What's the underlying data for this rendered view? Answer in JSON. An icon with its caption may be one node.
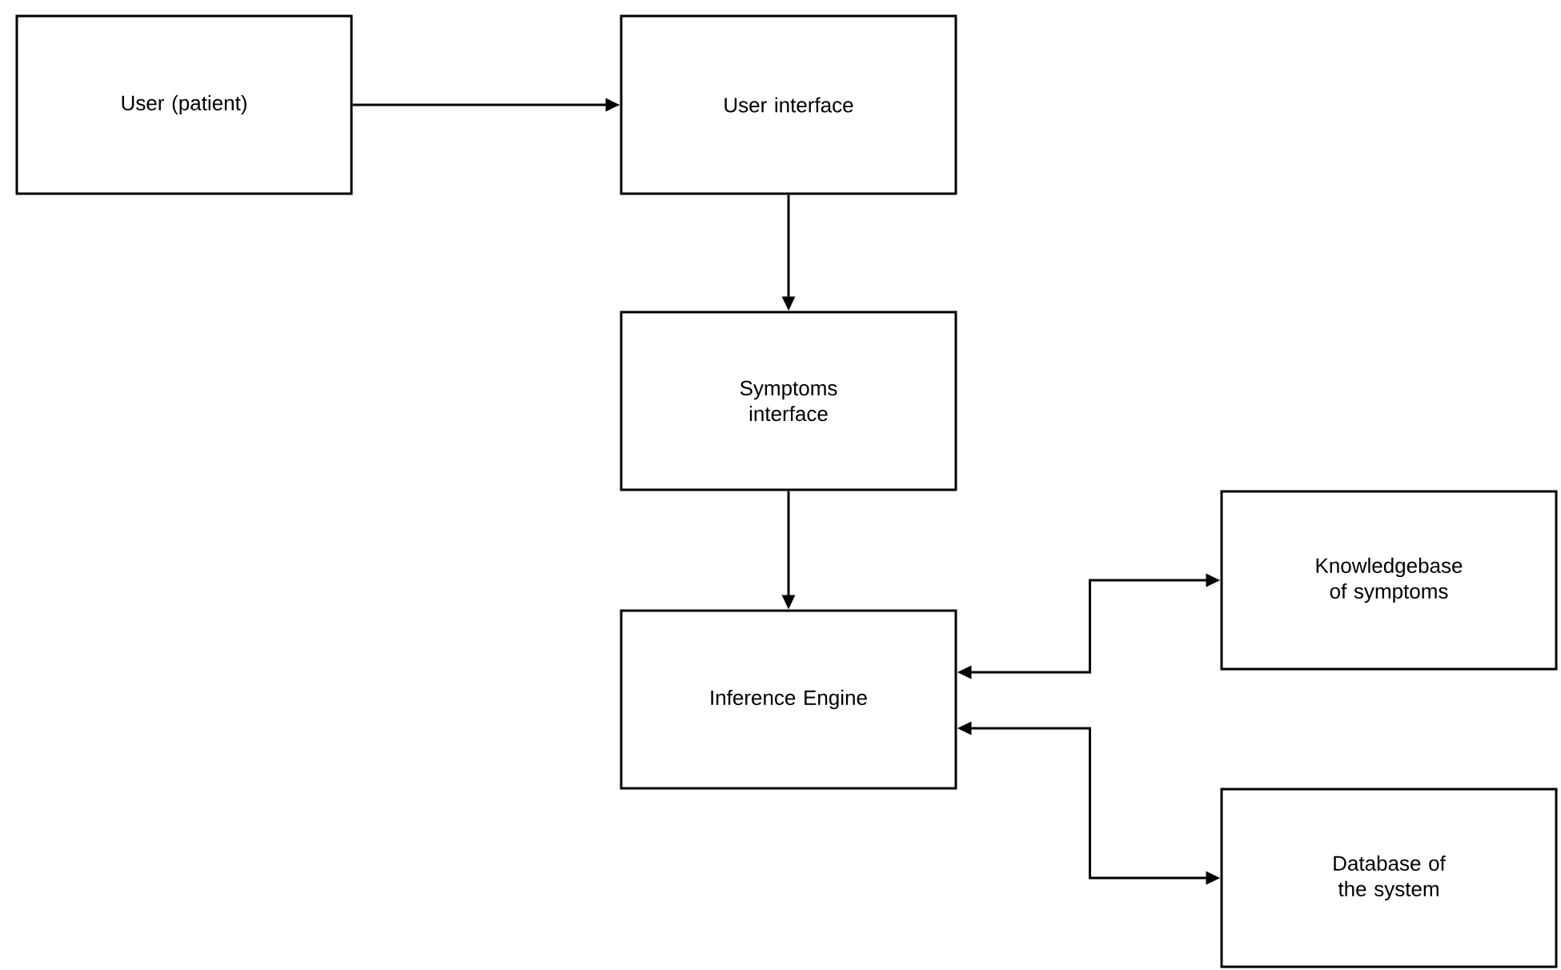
{
  "diagram": {
    "nodes": [
      {
        "text": [
          "User (patient)"
        ]
      },
      {
        "text": [
          "User interface"
        ]
      },
      {
        "text": [
          "Symptoms interface"
        ]
      },
      {
        "text": [
          "Inference Engine"
        ]
      },
      {
        "text": [
          "Knowledgebase of symptoms"
        ]
      },
      {
        "text": [
          "Database of the system"
        ]
      }
    ],
    "edges": [
      {
        "from": 0,
        "to": 1,
        "arrow": "to"
      },
      {
        "from": 1,
        "to": 2,
        "arrow": "to"
      },
      {
        "from": 2,
        "to": 3,
        "arrow": "to"
      },
      {
        "from": 3,
        "to": 4,
        "arrow": "both"
      },
      {
        "from": 3,
        "to": 5,
        "arrow": "both"
      }
    ]
  }
}
